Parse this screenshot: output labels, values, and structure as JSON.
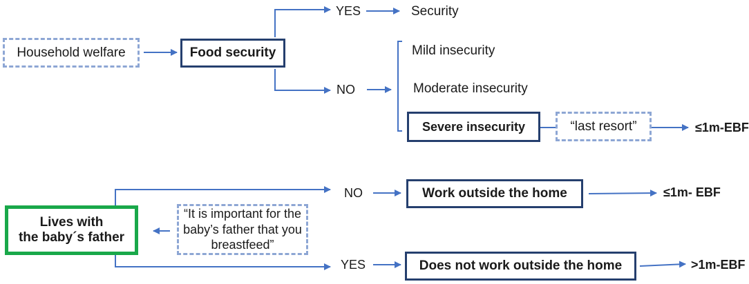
{
  "top": {
    "household_welfare": "Household welfare",
    "food_security": "Food security",
    "yes": "YES",
    "security": "Security",
    "no": "NO",
    "mild": "Mild insecurity",
    "moderate": "Moderate insecurity",
    "severe": "Severe insecurity",
    "last_resort": "“last resort”",
    "outcome": "≤1m-EBF"
  },
  "bottom": {
    "lives_line1": "Lives with",
    "lives_line2": "the baby´s father",
    "quote_line1": "“It is important for the",
    "quote_line2": "baby’s father that you",
    "quote_line3": "breastfeed”",
    "no": "NO",
    "work_outside": "Work outside the home",
    "outcome_no": "≤1m- EBF",
    "yes": "YES",
    "not_work_outside": "Does not work outside the home",
    "outcome_yes": ">1m-EBF"
  },
  "colors": {
    "arrow": "#4472c4",
    "navy_border": "#253f6e",
    "dashed_border": "#8da6d4",
    "green_border": "#19a84a"
  }
}
